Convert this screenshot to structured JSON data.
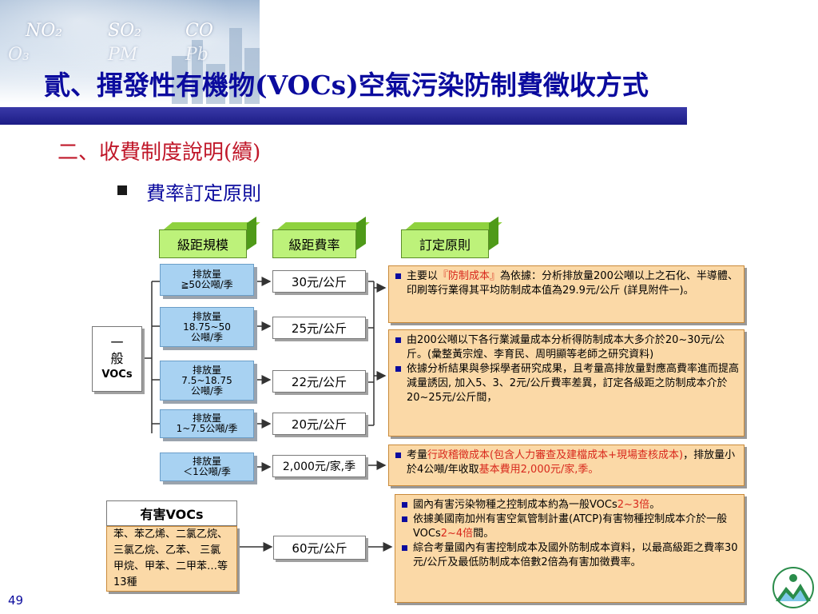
{
  "header": {
    "chem_labels": [
      "NO₂",
      "SO₂",
      "CO",
      "O₃",
      "PM",
      "Pb"
    ],
    "title": "貳、揮發性有機物(VOCs)空氣污染防制費徵收方式",
    "subtitle": "二、收費制度說明(續)",
    "bullet": "費率訂定原則"
  },
  "columns": {
    "col1": "級距規模",
    "col2": "級距費率",
    "col3": "訂定原則"
  },
  "general_vocs": {
    "label_line1": "一",
    "label_line2": "般",
    "label_line3": "VOCs",
    "tiers": [
      {
        "l1": "排放量",
        "l2": "≧50公噸/季",
        "l3": "",
        "fee": "30元/公斤"
      },
      {
        "l1": "排放量",
        "l2": "18.75~50",
        "l3": "公噸/季",
        "fee": "25元/公斤"
      },
      {
        "l1": "排放量",
        "l2": "7.5~18.75",
        "l3": "公噸/季",
        "fee": "22元/公斤"
      },
      {
        "l1": "排放量",
        "l2": "1~7.5公噸/季",
        "l3": "",
        "fee": "20元/公斤"
      },
      {
        "l1": "排放量",
        "l2": "＜1公噸/季",
        "l3": "",
        "fee": "2,000元/家,季"
      }
    ]
  },
  "principles": {
    "p1": {
      "a": "主要以",
      "b": "『防制成本』",
      "c": "為依據：分析排放量200公噸以上之石化、半導體、印刷等行業得其平均防制成本值為29.9元/公斤 (詳見附件一)。"
    },
    "p2a": "由200公噸以下各行業減量成本分析得防制成本大多介於20~30元/公斤。(彙整黃宗煌、李育民、周明顯等老師之研究資料)",
    "p2b": "依據分析結果與參採學者研究成果，且考量高排放量對應高費率進而提高減量誘因, 加入5、3、2元/公斤費率差異，訂定各級距之防制成本介於20~25元/公斤間，",
    "p3": {
      "a": "考量",
      "b": "行政稽徵成本(包含人力審查及建檔成本+現場查核成本)",
      "c": "，排放量小於4公噸/年收取",
      "d": "基本費用2,000元/家,季。"
    },
    "p4a": {
      "a": "國內有害污染物種之控制成本約為一般VOCs",
      "b": "2~3倍",
      "c": "。"
    },
    "p4b": {
      "a": "依據美國南加州有害空氣管制計畫(ATCP)有害物種控制成本介於一般VOCs",
      "b": "2~4倍",
      "c": "間。"
    },
    "p4c": "綜合考量國內有害控制成本及國外防制成本資料，以最高級距之費率30元/公斤及最低防制成本倍數2倍為有害加徵費率。"
  },
  "hazardous": {
    "title": "有害VOCs",
    "body": "苯、苯乙烯、二氯乙烷、三氯乙烷、乙苯、 三氯甲烷、甲苯、二甲苯…等13種",
    "fee": "60元/公斤"
  },
  "page_number": "49",
  "colors": {
    "title": "#0b0b9e",
    "subtitle": "#c0182a",
    "green": "#bdf27a",
    "blue_box": "#a8d2f2",
    "orange_box": "#fbd9a7",
    "red_text": "#d8281c"
  }
}
